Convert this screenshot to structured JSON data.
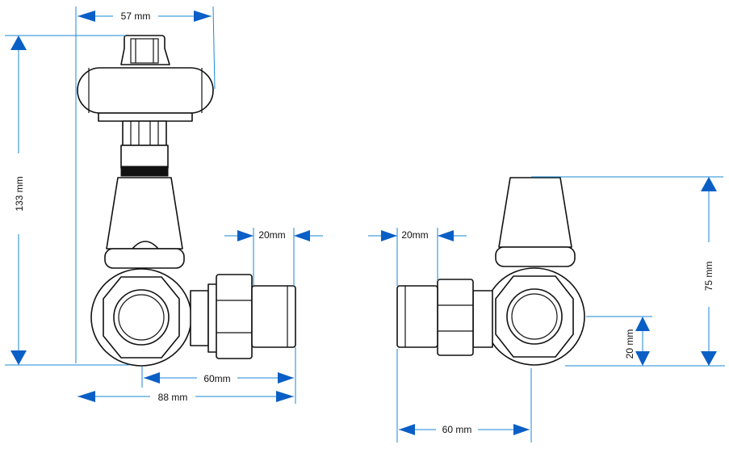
{
  "dimensions": {
    "left_width": "57 mm",
    "left_height": "133 mm",
    "left_pipe": "20mm",
    "left_offset": "60mm",
    "left_total": "88 mm",
    "right_pipe": "20mm",
    "right_height": "75 mm",
    "right_center": "20 mm",
    "right_offset": "60 mm"
  },
  "colors": {
    "dimension_line": "#1a8ad4",
    "arrow": "#0a5fc6",
    "outline": "#111111"
  }
}
